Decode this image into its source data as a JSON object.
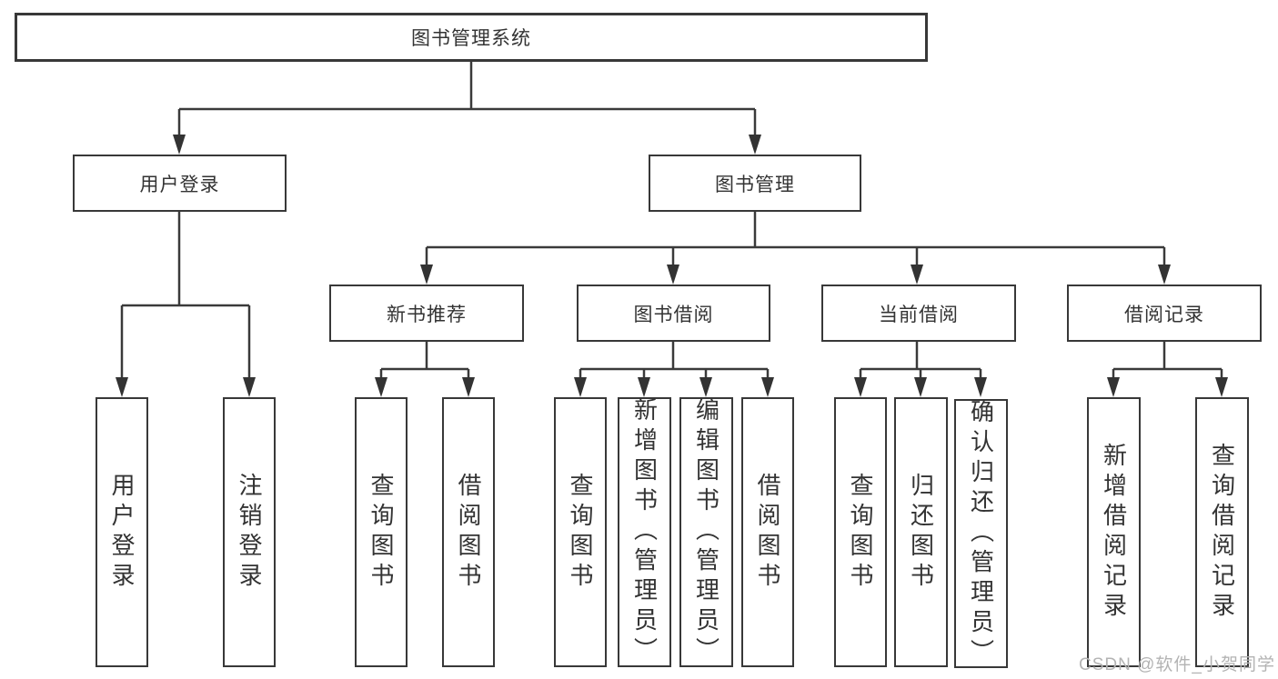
{
  "tree": {
    "label": "图书管理系统",
    "children": [
      {
        "label": "用户登录",
        "children": [
          {
            "label": "用户登录"
          },
          {
            "label": "注销登录"
          }
        ]
      },
      {
        "label": "图书管理",
        "children": [
          {
            "label": "新书推荐",
            "children": [
              {
                "label": "查询图书"
              },
              {
                "label": "借阅图书"
              }
            ]
          },
          {
            "label": "图书借阅",
            "children": [
              {
                "label": "查询图书"
              },
              {
                "label": "新增图书（管理员）"
              },
              {
                "label": "编辑图书（管理员）"
              },
              {
                "label": "借阅图书"
              }
            ]
          },
          {
            "label": "当前借阅",
            "children": [
              {
                "label": "查询图书"
              },
              {
                "label": "归还图书"
              },
              {
                "label": "确认归还（管理员）"
              }
            ]
          },
          {
            "label": "借阅记录",
            "children": [
              {
                "label": "新增借阅记录"
              },
              {
                "label": "查询借阅记录"
              }
            ]
          }
        ]
      }
    ]
  },
  "watermark": "CSDN @软件_小贺同学",
  "colors": {
    "line": "#3a3a3a",
    "box_border": "#383838",
    "text": "#333333",
    "watermark": "#b3b3b3",
    "background": "#ffffff"
  }
}
